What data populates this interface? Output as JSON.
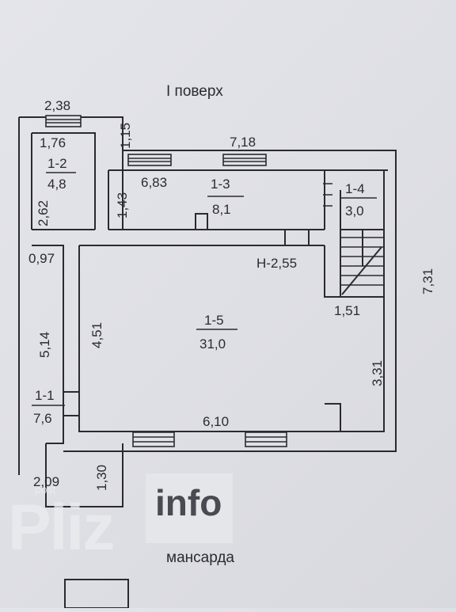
{
  "plan": {
    "title": "I поверх",
    "footer_title": "мансарда",
    "rooms": [
      {
        "id": "1-2",
        "area": "4,8"
      },
      {
        "id": "1-3",
        "area": "8,1"
      },
      {
        "id": "1-4",
        "area": "3,0"
      },
      {
        "id": "1-5",
        "area": "31,0"
      },
      {
        "id": "1-1",
        "area": "7,6"
      }
    ],
    "dimensions": {
      "d_238": "2,38",
      "d_115": "1,15",
      "d_176": "1,76",
      "d_718": "7,18",
      "d_262": "2,62",
      "d_683": "6,83",
      "d_143": "1,43",
      "d_097": "0,97",
      "d_451": "4,51",
      "d_514": "5,14",
      "d_731": "7,31",
      "d_151": "1,51",
      "d_331": "3,31",
      "d_610": "6,10",
      "d_130": "1,30",
      "d_209": "2,09"
    },
    "height_note": "H-2,55"
  },
  "watermark": {
    "main": "Pliz",
    "sub": "info",
    "small": "post"
  },
  "colors": {
    "paper": "#e1e2e8",
    "line": "#2a2a30"
  }
}
